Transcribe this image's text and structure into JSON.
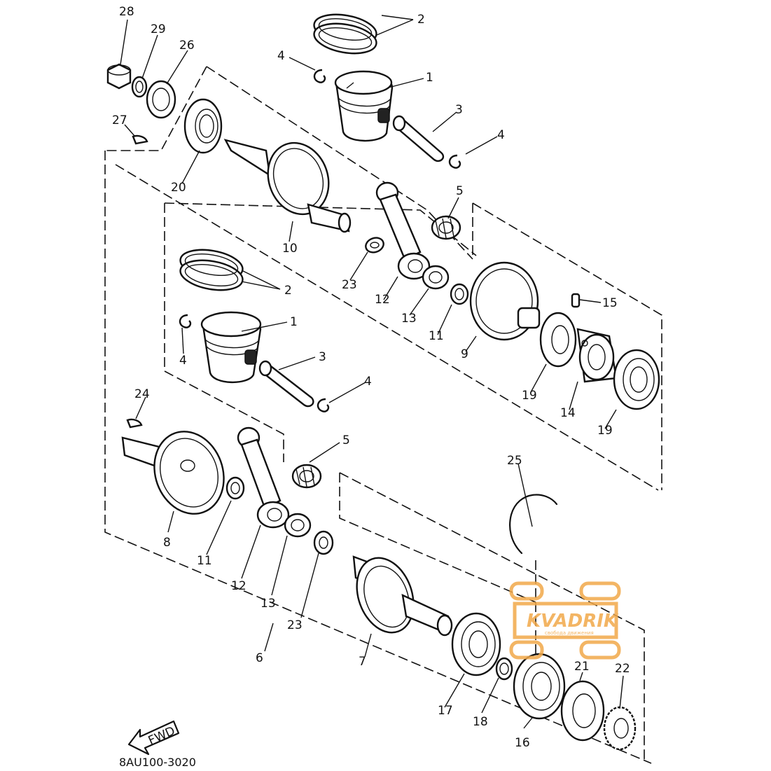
{
  "callouts": {
    "c28": "28",
    "c29": "29",
    "c26": "26",
    "c27": "27",
    "c20": "20",
    "c2_top": "2",
    "c4_top_a": "4",
    "c1_top": "1",
    "c3_top": "3",
    "c4_top_b": "4",
    "c5_top": "5",
    "c10": "10",
    "c23_top": "23",
    "c12_top": "12",
    "c13_top": "13",
    "c11_top": "11",
    "c9": "9",
    "c15": "15",
    "c19_a": "19",
    "c14": "14",
    "c19_b": "19",
    "c2_mid": "2",
    "c1_mid": "1",
    "c4_mid_a": "4",
    "c3_mid": "3",
    "c4_mid_b": "4",
    "c24": "24",
    "c5_mid": "5",
    "c25": "25",
    "c8": "8",
    "c11_bot": "11",
    "c12_bot": "12",
    "c13_bot": "13",
    "c23_bot": "23",
    "c6": "6",
    "c7": "7",
    "c17": "17",
    "c18": "18",
    "c16": "16",
    "c21": "21",
    "c22": "22"
  },
  "fwd_label": "FWD",
  "diagram_code": "8AU100-3020",
  "watermark": {
    "brand": "KVADRIK",
    "tagline": "свобода движения",
    "color": "#f2a94a"
  },
  "icons": [
    "fwd-arrow-icon",
    "kvadrik-logo-icon"
  ]
}
